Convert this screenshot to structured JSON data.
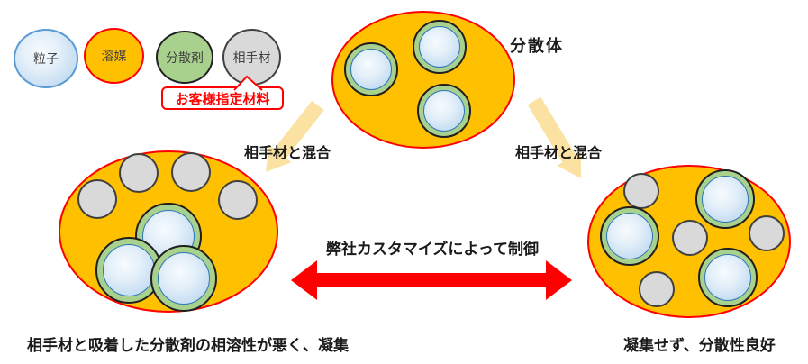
{
  "legend": {
    "items": [
      {
        "id": "particle",
        "label": "粒子"
      },
      {
        "id": "solvent",
        "label": "溶媒"
      },
      {
        "id": "dispersant",
        "label": "分散剤"
      },
      {
        "id": "partner",
        "label": "相手材"
      }
    ],
    "callout_label": "お客様指定材料"
  },
  "diagram": {
    "dispersion_label": "分散体",
    "mix_left_label": "相手材と混合",
    "mix_right_label": "相手材と混合",
    "control_arrow_label": "弊社カスタマイズによって制御",
    "caption_aggregated": "相手材と吸着した分散剤の相溶性が悪く、凝集",
    "caption_dispersed": "凝集せず、分散性良好"
  },
  "colors": {
    "solvent_fill": "#FFC000",
    "solvent_border": "#FF0000",
    "particle_core_fill": "#BDD7EE",
    "particle_core_border": "#2E75B6",
    "dispersant_fill": "#A9D18E",
    "partner_fill": "#D9D9D9",
    "outline_dark": "#1F1F1F",
    "mix_arrow_fill": "#FBE2A2",
    "control_arrow_fill": "#FF0000",
    "callout_color": "#FF0000",
    "text_color": "#1A1A1A"
  }
}
